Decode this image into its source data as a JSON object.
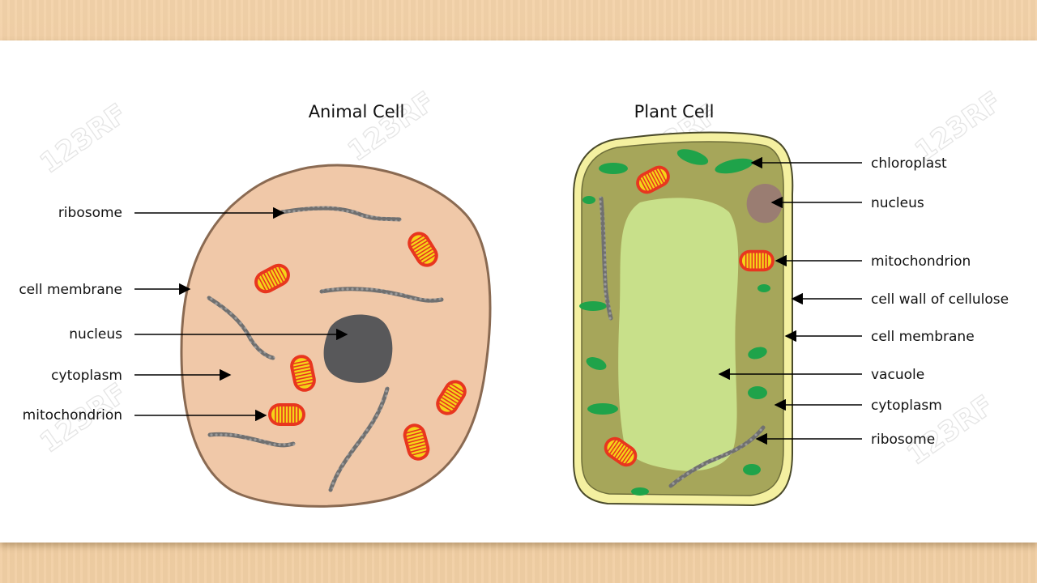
{
  "animal": {
    "title": "Animal Cell",
    "labels": [
      "ribosome",
      "cell membrane",
      "nucleus",
      "cytoplasm",
      "mitochondrion"
    ]
  },
  "plant": {
    "title": "Plant Cell",
    "labels": [
      "chloroplast",
      "nucleus",
      "mitochondrion",
      "cell wall of cellulose",
      "cell membrane",
      "vacuole",
      "cytoplasm",
      "ribosome"
    ]
  },
  "watermark": "123RF",
  "colors": {
    "animal_cytoplasm": "#f0c8a8",
    "animal_membrane": "#8a6a52",
    "nucleus_animal": "#58585a",
    "nucleus_plant": "#9a7d72",
    "plant_wall": "#f4f0a0",
    "plant_cytoplasm": "#a6a65a",
    "vacuole": "#c8e08a",
    "chloroplast": "#1fa34a",
    "mitochondrion_outer": "#e8361f",
    "mitochondrion_inner": "#f5d418"
  }
}
